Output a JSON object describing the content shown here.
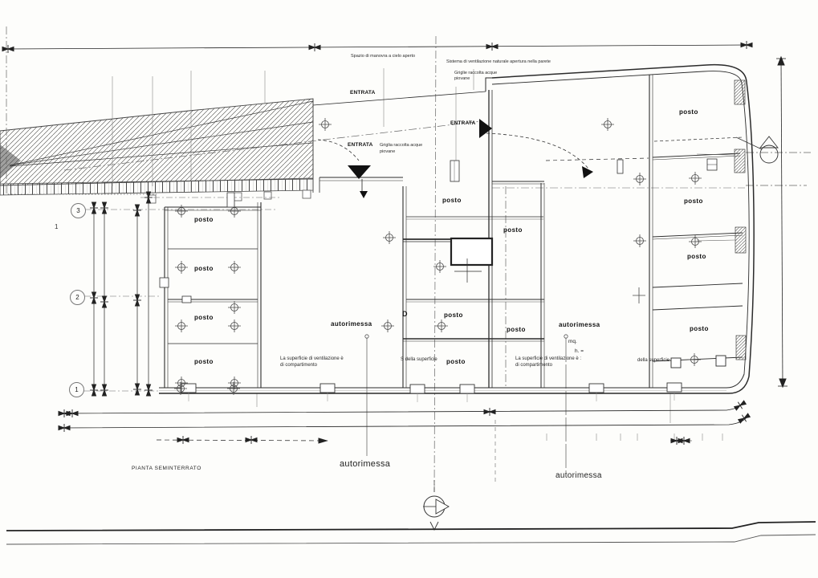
{
  "drawing": {
    "title": "PIANTA SEMINTERRATO",
    "labels": {
      "posto": "posto",
      "autorimessa": "autorimessa",
      "entrata": "ENTRATA",
      "room_d": "D",
      "mq": "mq.",
      "h_eq": "h. =",
      "spazio_manovra": "Spazio di manovra a cielo aperto",
      "sistema_ventilazione": "Sistema di ventilazione naturale apertura nella parete",
      "griglie_acque": "Griglie raccolta acque",
      "griglia_acque": "Griglia raccolta acque",
      "piovane": "piovane",
      "superficie_vent": "La superficie di ventilazione è",
      "superficie_vent_colon": "La superficie di ventilazione è :",
      "di_compartimento": "di compartimento",
      "s_della_superficie": "S della superficie",
      "della_superficie": "della superficie"
    },
    "grid_bubbles": {
      "b3": "3",
      "b2": "2",
      "b1": "1",
      "axis1": "1"
    },
    "colors": {
      "ink": "#2b2b2b",
      "paper": "#fdfdfb",
      "faint": "#777777"
    }
  }
}
